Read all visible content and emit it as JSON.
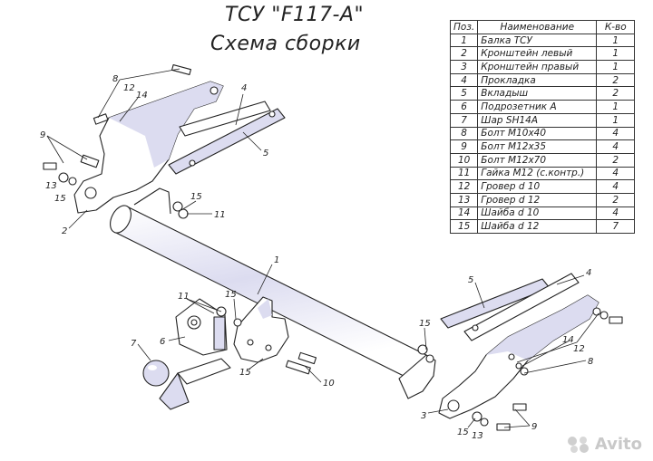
{
  "title_line1": "ТСУ \"F117-A\"",
  "title_line2": "Схема сборки",
  "table": {
    "headers": [
      "Поз.",
      "Наименование",
      "К-во"
    ],
    "rows": [
      {
        "pos": "1",
        "name": "Балка ТСУ",
        "qty": "1"
      },
      {
        "pos": "2",
        "name": "Кронштейн левый",
        "qty": "1"
      },
      {
        "pos": "3",
        "name": "Кронштейн правый",
        "qty": "1"
      },
      {
        "pos": "4",
        "name": "Прокладка",
        "qty": "2"
      },
      {
        "pos": "5",
        "name": "Вкладыш",
        "qty": "2"
      },
      {
        "pos": "6",
        "name": "Подрозетник А",
        "qty": "1"
      },
      {
        "pos": "7",
        "name": "Шар SH14А",
        "qty": "1"
      },
      {
        "pos": "8",
        "name": "Болт М10х40",
        "qty": "4"
      },
      {
        "pos": "9",
        "name": "Болт М12х35",
        "qty": "4"
      },
      {
        "pos": "10",
        "name": "Болт М12х70",
        "qty": "2"
      },
      {
        "pos": "11",
        "name": "Гайка М12 (с.контр.)",
        "qty": "4"
      },
      {
        "pos": "12",
        "name": "Гровер d 10",
        "qty": "4"
      },
      {
        "pos": "13",
        "name": "Гровер d 12",
        "qty": "2"
      },
      {
        "pos": "14",
        "name": "Шайба d 10",
        "qty": "4"
      },
      {
        "pos": "15",
        "name": "Шайба d 12",
        "qty": "7"
      }
    ]
  },
  "labels": {
    "l1": "1",
    "l2": "2",
    "l3": "3",
    "l4a": "4",
    "l4b": "4",
    "l5a": "5",
    "l5b": "5",
    "l6": "6",
    "l7": "7",
    "l8a": "8",
    "l8b": "8",
    "l9a": "9",
    "l9b": "9",
    "l10": "10",
    "l11a": "11",
    "l11b": "11",
    "l12a": "12",
    "l12b": "12",
    "l13a": "13",
    "l13b": "13",
    "l14a": "14",
    "l14b": "14",
    "l15a": "15",
    "l15b": "15",
    "l15c": "15",
    "l15d": "15",
    "l15e": "15",
    "l15f": "15"
  },
  "watermark": "Avito",
  "colors": {
    "part_fill": "#ffffff",
    "part_tint": "#dcdcf0",
    "line": "#222222"
  }
}
